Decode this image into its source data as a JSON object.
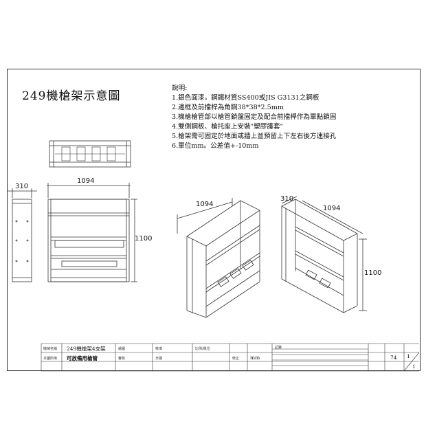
{
  "drawing": {
    "title": "249機槍架示意圖",
    "notes_heading": "說明:",
    "notes": [
      "1.銀色面漆。鋼鐵材質SS400或JIS G3131之鋼板",
      "2.邊框及前擋桿為角鋼38*38*2.5mm",
      "3.機槍槍管部以槍管鎖盤固定及配合前擋桿作為單點鎖固",
      "4.雙側鋼板、槍托座上安裝\"塑膠護套\"",
      "5.槍架需可固定於地面或牆上並預留上下左右後方連接孔",
      "6.單位mm。公差值+-10mm"
    ],
    "dims": {
      "side_depth": "310",
      "front_width": "1094",
      "front_height": "1100",
      "iso1_width": "1094",
      "iso2_depth": "310",
      "iso2_width": "1094",
      "iso2_height": "1100"
    }
  },
  "title_block": {
    "name_label": "機械名稱",
    "name_value": "249機槍架4支裝",
    "project_label": "本圖所用",
    "project_value": "可放備用槍管",
    "scale_value": "mm",
    "sheet_no": "74",
    "sheet_of": "1",
    "sheet_total": "1",
    "labels": [
      "繪圖",
      "審核",
      "核准",
      "日期",
      "比例/單位",
      "修正",
      "記錄"
    ]
  }
}
